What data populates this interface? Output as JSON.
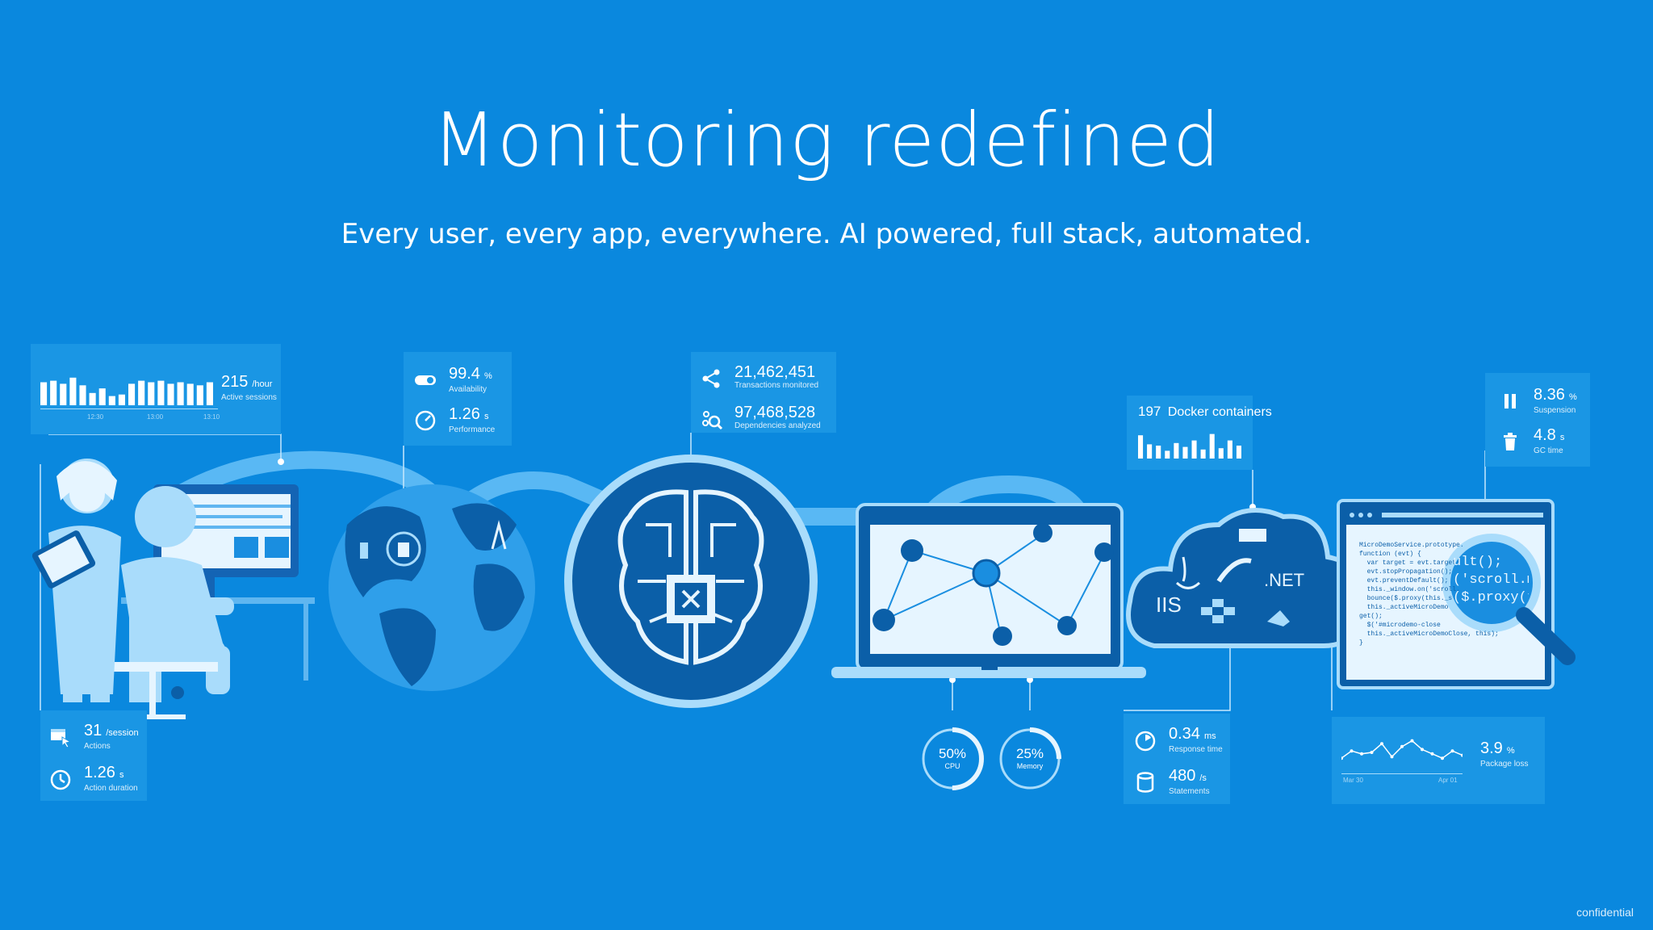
{
  "hero": {
    "title": "Monitoring redefined",
    "subtitle": "Every user, every app, everywhere. AI powered, full stack, automated."
  },
  "sessions_panel": {
    "value": "215",
    "unit": "/hour",
    "label": "Active sessions",
    "ticks": [
      "12:30",
      "13:00",
      "13:10"
    ],
    "bars": [
      0.75,
      0.8,
      0.7,
      0.9,
      0.65,
      0.4,
      0.55,
      0.3,
      0.35,
      0.7,
      0.8,
      0.75,
      0.8,
      0.7,
      0.75,
      0.7,
      0.65,
      0.75
    ]
  },
  "availability_panel": {
    "availability_value": "99.4",
    "availability_unit": "%",
    "availability_label": "Availability",
    "performance_value": "1.26",
    "performance_unit": "s",
    "performance_label": "Performance"
  },
  "ai_panel": {
    "transactions_value": "21,462,451",
    "transactions_label": "Transactions monitored",
    "dependencies_value": "97,468,528",
    "dependencies_label": "Dependencies analyzed"
  },
  "docker_panel": {
    "value": "197",
    "label": "Docker containers",
    "bars": [
      0.9,
      0.55,
      0.5,
      0.3,
      0.6,
      0.45,
      0.7,
      0.35,
      0.95,
      0.4,
      0.7,
      0.5
    ]
  },
  "jvm_panel": {
    "suspension_value": "8.36",
    "suspension_unit": "%",
    "suspension_label": "Suspension",
    "gc_value": "4.8",
    "gc_unit": "s",
    "gc_label": "GC time"
  },
  "actions_panel": {
    "actions_value": "31",
    "actions_unit": "/session",
    "actions_label": "Actions",
    "duration_value": "1.26",
    "duration_unit": "s",
    "duration_label": "Action duration"
  },
  "gauges": {
    "cpu_value": "50%",
    "cpu_label": "CPU",
    "cpu_fraction": 0.5,
    "memory_value": "25%",
    "memory_label": "Memory",
    "memory_fraction": 0.25
  },
  "db_panel": {
    "response_value": "0.34",
    "response_unit": "ms",
    "response_label": "Response time",
    "statements_value": "480",
    "statements_unit": "/s",
    "statements_label": "Statements"
  },
  "package_panel": {
    "value": "3.9",
    "unit": "%",
    "label": "Package loss",
    "ticks": [
      "Mar 30",
      "Apr 01"
    ],
    "line": [
      0.3,
      0.55,
      0.45,
      0.5,
      0.8,
      0.35,
      0.7,
      0.9,
      0.6,
      0.45,
      0.3,
      0.55,
      0.4
    ]
  },
  "cloud": {
    "tech_iis": "IIS",
    "tech_net": ".NET"
  },
  "code": {
    "lines": [
      "MicroDemoService.prototype.",
      "function (evt) {",
      "  var target = evt.target;",
      "  evt.stopPropagation();",
      "  evt.preventDefault();",
      "  this._window.on('scroll.",
      "  bounce($.proxy(this._s",
      "  this._activeMicroDemo",
      "get();",
      "  $('#microdemo-close",
      "  this._activeMicroDemoClose, this);",
      "}"
    ],
    "lens_line1": "ult();",
    "lens_line2": "('scroll.mic",
    "lens_line3": "($.proxy(t"
  },
  "footer": {
    "confidential": "confidential"
  },
  "colors": {
    "background": "#0a88de",
    "panel": "#1a96e4",
    "dark_blue": "#0b5fa8",
    "light_blue": "#a9dcfb",
    "pale": "#e6f5ff"
  }
}
